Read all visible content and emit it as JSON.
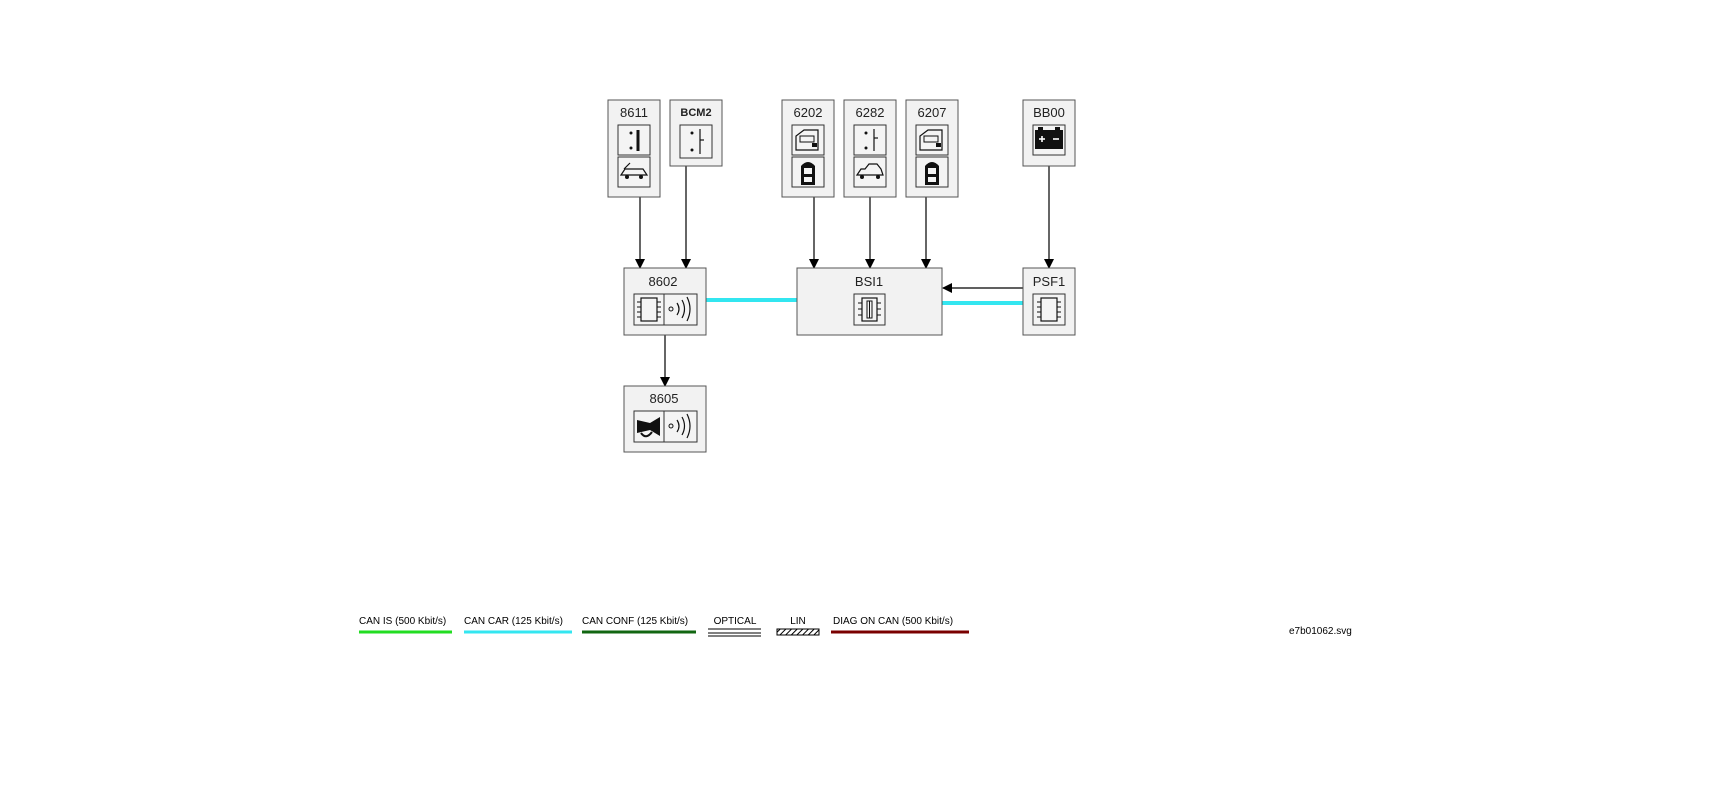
{
  "nodes": {
    "n8611": "8611",
    "bcm2": "BCM2",
    "n6202": "6202",
    "n6282": "6282",
    "n6207": "6207",
    "bb00": "BB00",
    "n8602": "8602",
    "bsi1": "BSI1",
    "psf1": "PSF1",
    "n8605": "8605"
  },
  "legend": {
    "can_is": "CAN IS (500 Kbit/s)",
    "can_car": "CAN CAR (125 Kbit/s)",
    "can_conf": "CAN CONF (125 Kbit/s)",
    "optical": "OPTICAL",
    "lin": "LIN",
    "diag": "DIAG ON CAN  (500 Kbit/s)"
  },
  "colors": {
    "can_is": "#22dd22",
    "can_car": "#33e6f0",
    "can_conf": "#116611",
    "diag": "#7a0000"
  },
  "filename": "e7b01062.svg"
}
